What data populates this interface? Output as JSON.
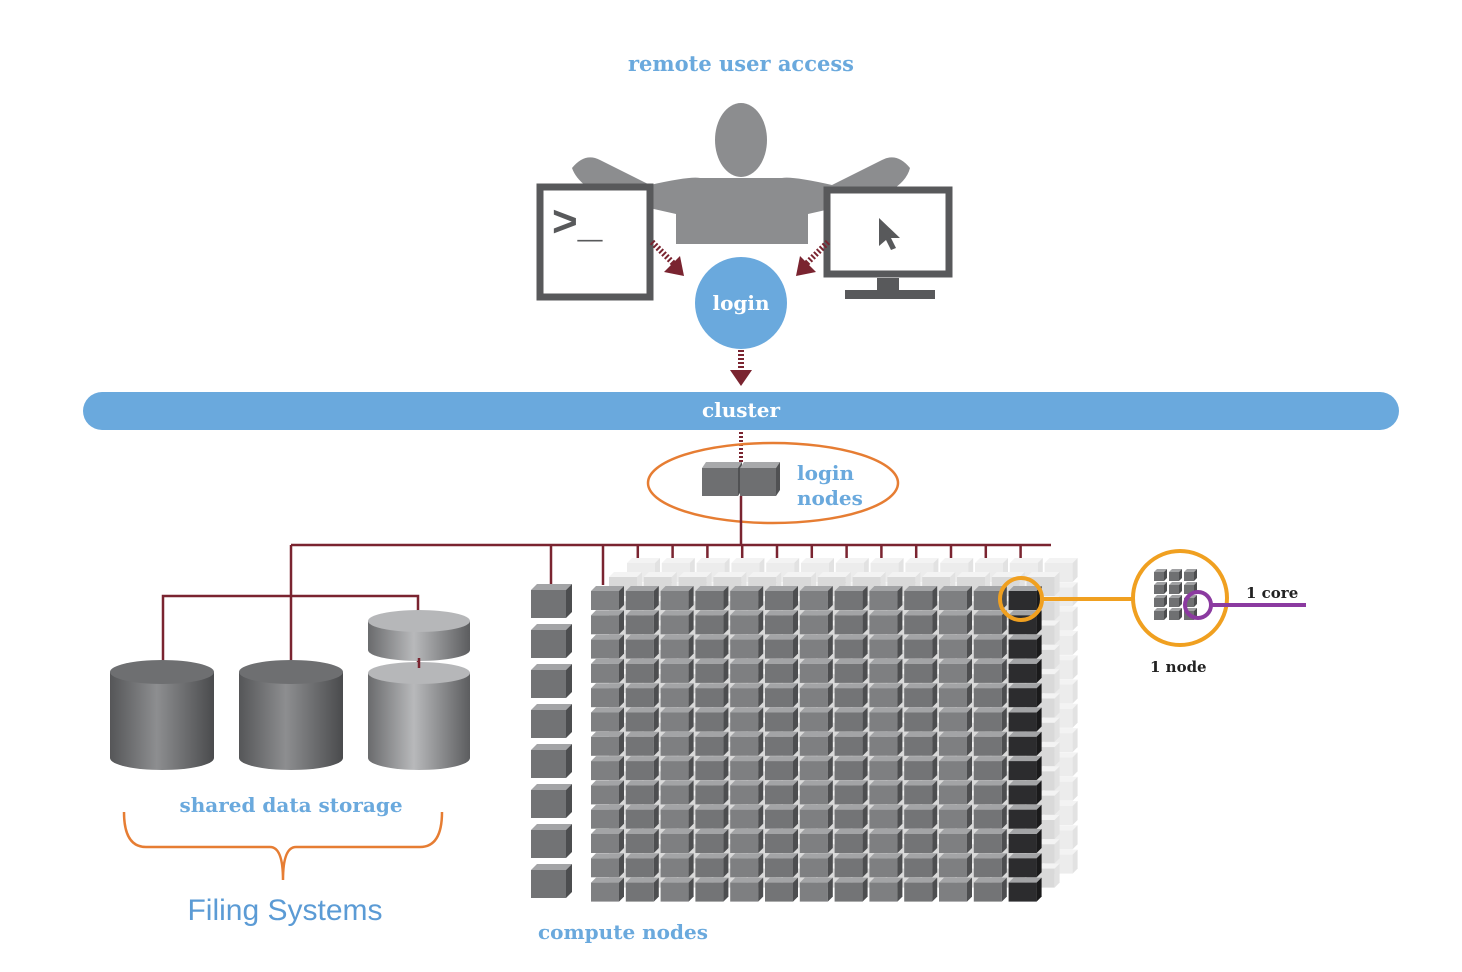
{
  "title": "remote user access",
  "login_label": "login",
  "cluster_label": "cluster",
  "login_nodes_label": [
    "login",
    "nodes"
  ],
  "storage_label": "shared data storage",
  "filing_label": "Filing Systems",
  "compute_label": "compute nodes",
  "core_label": "1 core",
  "node_label": "1 node",
  "colors": {
    "blue": "#6aa9dd",
    "label_blue": "#5b9bd5",
    "maroon": "#7a2430",
    "gray": "#8a8b8d",
    "orange": "#e67d33",
    "gold": "#f0a020",
    "purple": "#8b3aa0"
  },
  "icons": [
    "person-icon",
    "terminal-icon",
    "monitor-icon",
    "cursor-icon",
    "database-icon"
  ]
}
